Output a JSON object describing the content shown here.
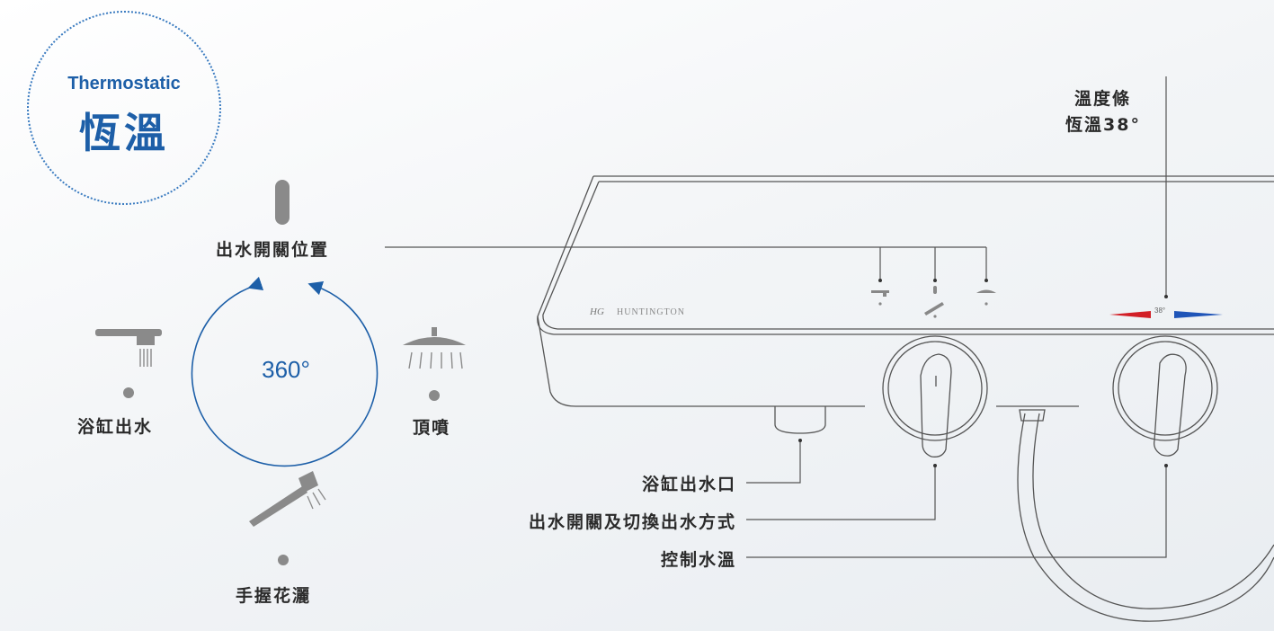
{
  "badge": {
    "en": "Thermostatic",
    "zh": "恆溫"
  },
  "dial": {
    "value": "360°",
    "top_label": "出水開關位置",
    "left_label": "浴缸出水",
    "right_label": "頂噴",
    "bottom_label": "手握花灑"
  },
  "callouts": {
    "temp_line1": "溫度條",
    "temp_line2": "恆溫38°",
    "tub_outlet": "浴缸出水口",
    "switch": "出水開關及切換出水方式",
    "control_temp": "控制水溫"
  },
  "device": {
    "brand": "HUNTINGTON",
    "temp_mark": "38°"
  },
  "colors": {
    "accent_blue": "#1d5fa8",
    "hot_red": "#d21f26",
    "cold_blue": "#1f55b8",
    "icon_gray": "#8a8a8a",
    "line": "#555555"
  }
}
